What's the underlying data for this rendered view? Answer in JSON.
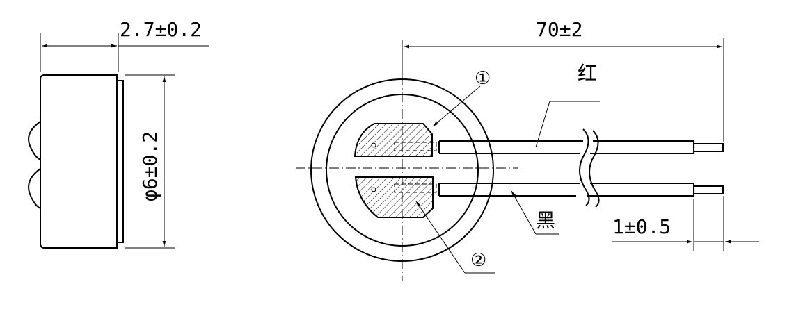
{
  "dimensions": {
    "thickness": "2.7±0.2",
    "diameter": "φ6±0.2",
    "lead_length": "70±2",
    "strip_length": "1±0.5"
  },
  "labels": {
    "red_wire": "红",
    "black_wire": "黑",
    "pad_1": "①",
    "pad_2": "②"
  }
}
